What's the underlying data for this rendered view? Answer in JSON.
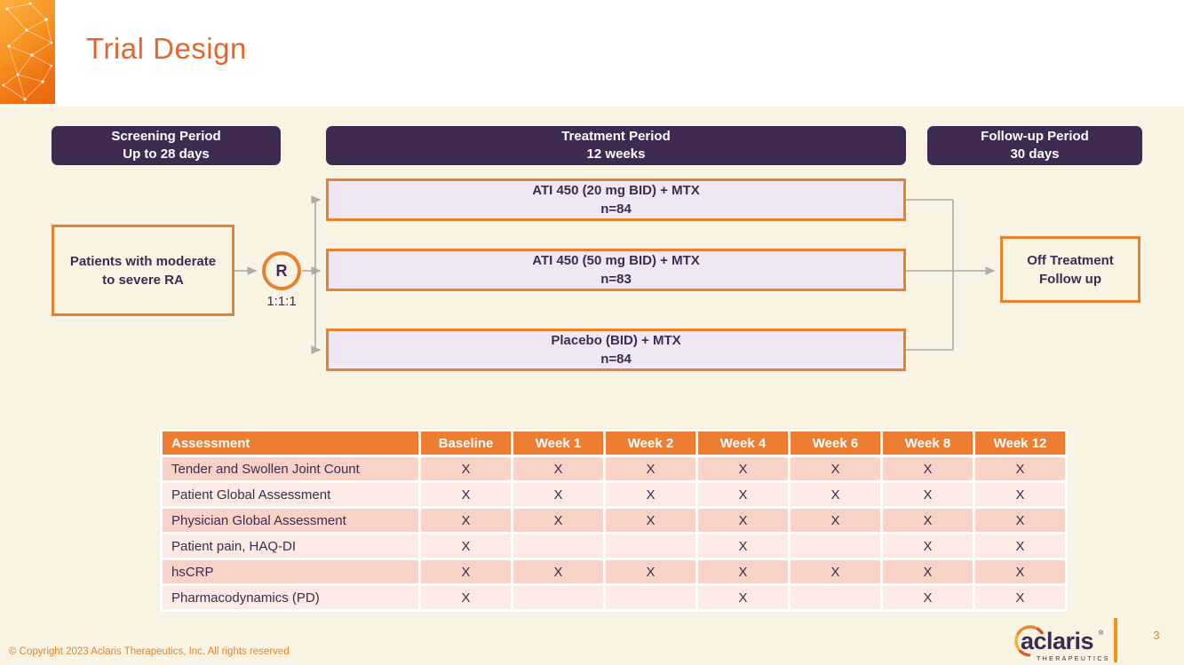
{
  "slide": {
    "title": "Trial Design",
    "copyright": "© Copyright 2023 Aclaris Therapeutics, Inc. All rights reserved",
    "page_number": "3"
  },
  "periods": [
    {
      "title": "Screening Period",
      "subtitle": "Up to 28 days"
    },
    {
      "title": "Treatment Period",
      "subtitle": "12 weeks"
    },
    {
      "title": "Follow-up Period",
      "subtitle": "30 days"
    }
  ],
  "flow": {
    "start_box": {
      "label": "Patients with moderate to severe RA"
    },
    "randomization": {
      "label": "R",
      "ratio": "1:1:1"
    },
    "arms": [
      {
        "name": "ATI 450 (20 mg BID) + MTX",
        "n": "n=84"
      },
      {
        "name": "ATI 450 (50 mg BID) + MTX",
        "n": "n=83"
      },
      {
        "name": "Placebo (BID) + MTX",
        "n": "n=84"
      }
    ],
    "end_box": {
      "line1": "Off Treatment",
      "line2": "Follow up"
    }
  },
  "table": {
    "columns": [
      "Assessment",
      "Baseline",
      "Week 1",
      "Week 2",
      "Week 4",
      "Week 6",
      "Week 8",
      "Week 12"
    ],
    "rows": [
      {
        "label": "Tender and Swollen Joint Count",
        "marks": [
          "X",
          "X",
          "X",
          "X",
          "X",
          "X",
          "X"
        ]
      },
      {
        "label": "Patient Global Assessment",
        "marks": [
          "X",
          "X",
          "X",
          "X",
          "X",
          "X",
          "X"
        ]
      },
      {
        "label": "Physician Global Assessment",
        "marks": [
          "X",
          "X",
          "X",
          "X",
          "X",
          "X",
          "X"
        ]
      },
      {
        "label": "Patient pain, HAQ-DI",
        "marks": [
          "X",
          "",
          "",
          "X",
          "",
          "X",
          "X"
        ]
      },
      {
        "label": "hsCRP",
        "marks": [
          "X",
          "X",
          "X",
          "X",
          "X",
          "X",
          "X"
        ]
      },
      {
        "label": "Pharmacodynamics (PD)",
        "marks": [
          "X",
          "",
          "",
          "X",
          "",
          "X",
          "X"
        ]
      }
    ]
  },
  "logo": {
    "brand": "aclaris",
    "trademark": "®",
    "subtitle": "THERAPEUTICS"
  },
  "colors": {
    "background_cream": "#F8F3E3",
    "header_purple": "#3F2B52",
    "accent_orange": "#E8812D",
    "title_orange": "#E2672E",
    "table_header_orange": "#ED7D31",
    "row_dark_pink": "#F8D2C6",
    "row_light_pink": "#FCEAE4",
    "arm_lavender": "#EFE7F4",
    "connector_gray": "#ABABAB",
    "text_purple": "#3E2B50"
  }
}
